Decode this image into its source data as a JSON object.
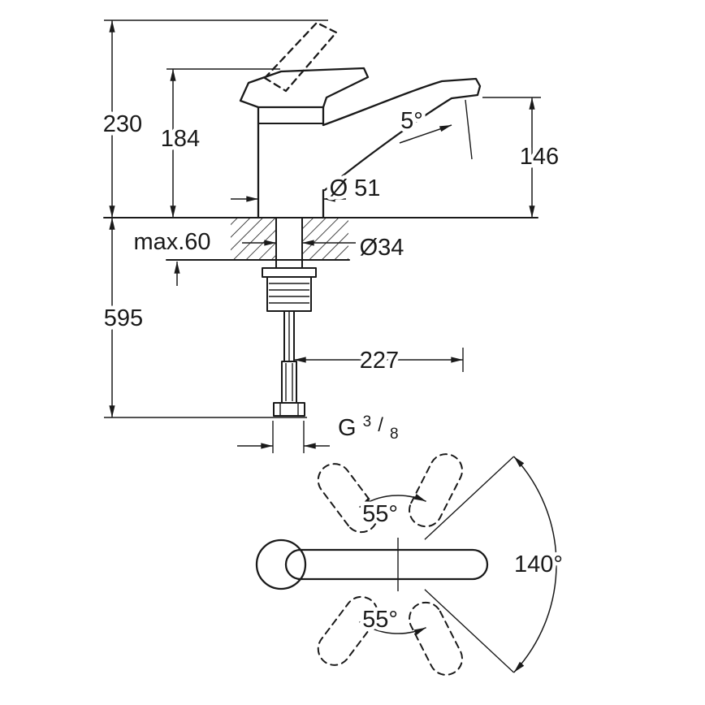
{
  "colors": {
    "line": "#1a1a1a",
    "background": "#ffffff"
  },
  "side_view": {
    "dim_overall_height": "230",
    "dim_body_height": "184",
    "dim_spout_angle": "5°",
    "dim_outlet_height": "146",
    "dim_body_diameter": "Ø 51",
    "dim_max_mounting_thickness": "max.60",
    "dim_shank_diameter": "Ø34",
    "dim_total_height_with_supply": "595",
    "dim_spout_reach": "227",
    "connection_thread": {
      "prefix": "G",
      "numerator": "3",
      "slash": "/",
      "denominator": "8"
    }
  },
  "top_view": {
    "dim_handle_swivel_upper": "55°",
    "dim_handle_swivel_lower": "55°",
    "dim_spout_swivel_total": "140°"
  }
}
